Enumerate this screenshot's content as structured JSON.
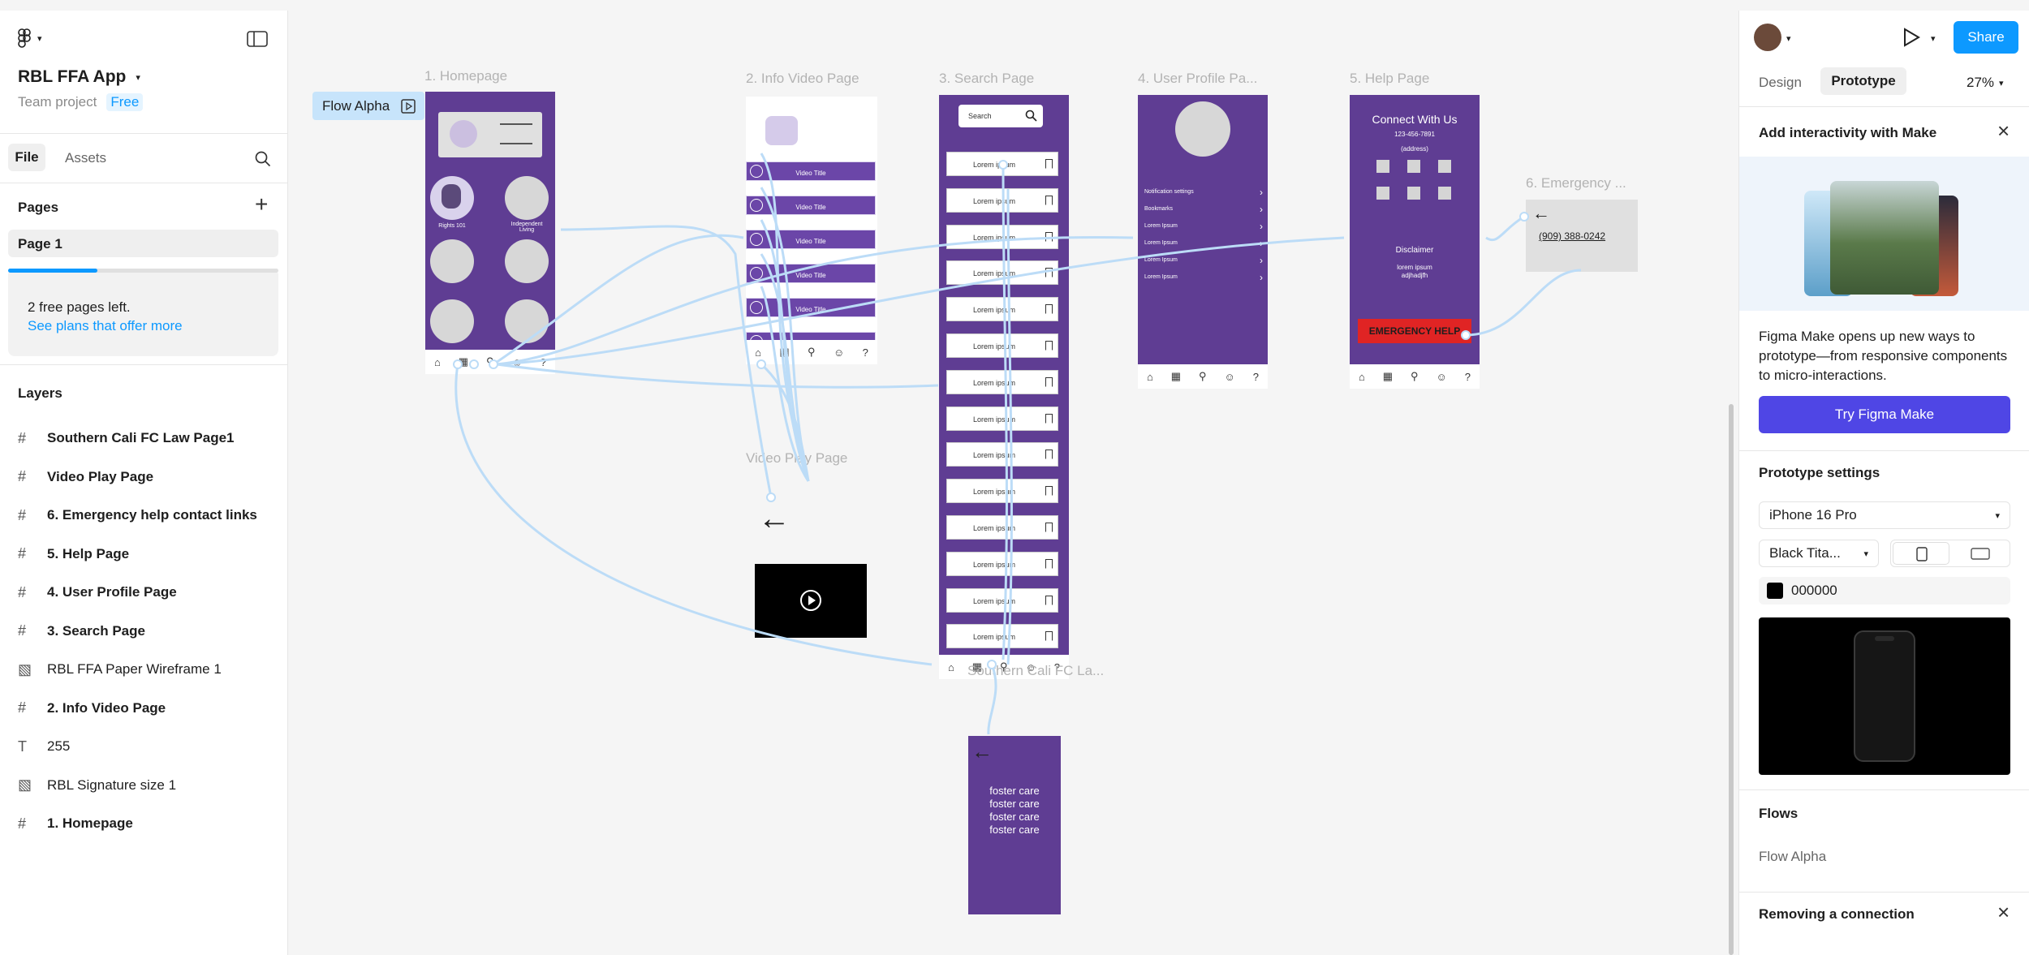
{
  "app": {
    "file_name": "RBL FFA App",
    "team": "Team project",
    "plan_badge": "Free"
  },
  "left_tabs": {
    "file": "File",
    "assets": "Assets"
  },
  "pages": {
    "title": "Pages",
    "items": [
      "Page 1"
    ],
    "free_pages_left": "2 free pages left.",
    "plans_link": "See plans that offer more",
    "usage_progress": 0.33
  },
  "layers": {
    "title": "Layers",
    "items": [
      {
        "type": "frame",
        "name": "Southern Cali FC Law Page1"
      },
      {
        "type": "frame",
        "name": "Video Play Page"
      },
      {
        "type": "frame",
        "name": "6. Emergency help contact links"
      },
      {
        "type": "frame",
        "name": "5. Help Page"
      },
      {
        "type": "frame",
        "name": "4. User Profile Page"
      },
      {
        "type": "frame",
        "name": "3. Search Page"
      },
      {
        "type": "image",
        "name": "RBL FFA Paper Wireframe 1"
      },
      {
        "type": "frame",
        "name": "2. Info Video Page"
      },
      {
        "type": "text",
        "name": "255"
      },
      {
        "type": "image",
        "name": "RBL Signature size 1"
      },
      {
        "type": "frame",
        "name": "1. Homepage"
      }
    ]
  },
  "canvas": {
    "flow_tag": "Flow Alpha",
    "frames": {
      "home": {
        "label": "1. Homepage",
        "item1": "Rights 101",
        "item2": "Independent Living"
      },
      "info_video": {
        "label": "2. Info Video Page",
        "video_title": "Video Title"
      },
      "search": {
        "label": "3. Search Page",
        "search_placeholder": "Search",
        "row_text": "Lorem ipsum"
      },
      "profile": {
        "label": "4. User Profile Pa...",
        "menu": [
          "Notification settings",
          "Bookmarks",
          "Lorem Ipsum",
          "Lorem Ipsum",
          "Lorem Ipsum",
          "Lorem Ipsum"
        ]
      },
      "help": {
        "label": "5. Help Page",
        "title": "Connect With Us",
        "phone": "123-456-7891",
        "address": "(address)",
        "disclaimer": "Disclaimer",
        "lorem": "lorem ipsum",
        "lorem2": "adjhadjfh",
        "emergency_button": "EMERGENCY HELP"
      },
      "emergency": {
        "label": "6. Emergency ...",
        "phone": "(909) 388-0242"
      },
      "video_play": {
        "label": "Video Play Page"
      },
      "foster": {
        "lines": [
          "foster care",
          "foster care",
          "foster care",
          "foster care"
        ],
        "overlap_label": "Southern Cali FC La..."
      }
    }
  },
  "right": {
    "tabs": {
      "design": "Design",
      "prototype": "Prototype"
    },
    "zoom": "27%",
    "share": "Share",
    "make_card": {
      "title": "Add interactivity with Make",
      "body": "Figma Make opens up new ways to prototype—from responsive components to micro-interactions.",
      "button": "Try Figma Make"
    },
    "prototype_settings": {
      "title": "Prototype settings",
      "device": "iPhone 16 Pro",
      "model": "Black Tita...",
      "color": "000000"
    },
    "flows": {
      "title": "Flows",
      "items": [
        "Flow Alpha"
      ]
    },
    "removing": {
      "title": "Removing a connection"
    }
  },
  "colors": {
    "accent": "#0d99ff",
    "frame_purple": "#5f3d93",
    "make_button": "#4f46e5",
    "emergency_red": "#e02424",
    "connector": "#bcdcf7"
  }
}
